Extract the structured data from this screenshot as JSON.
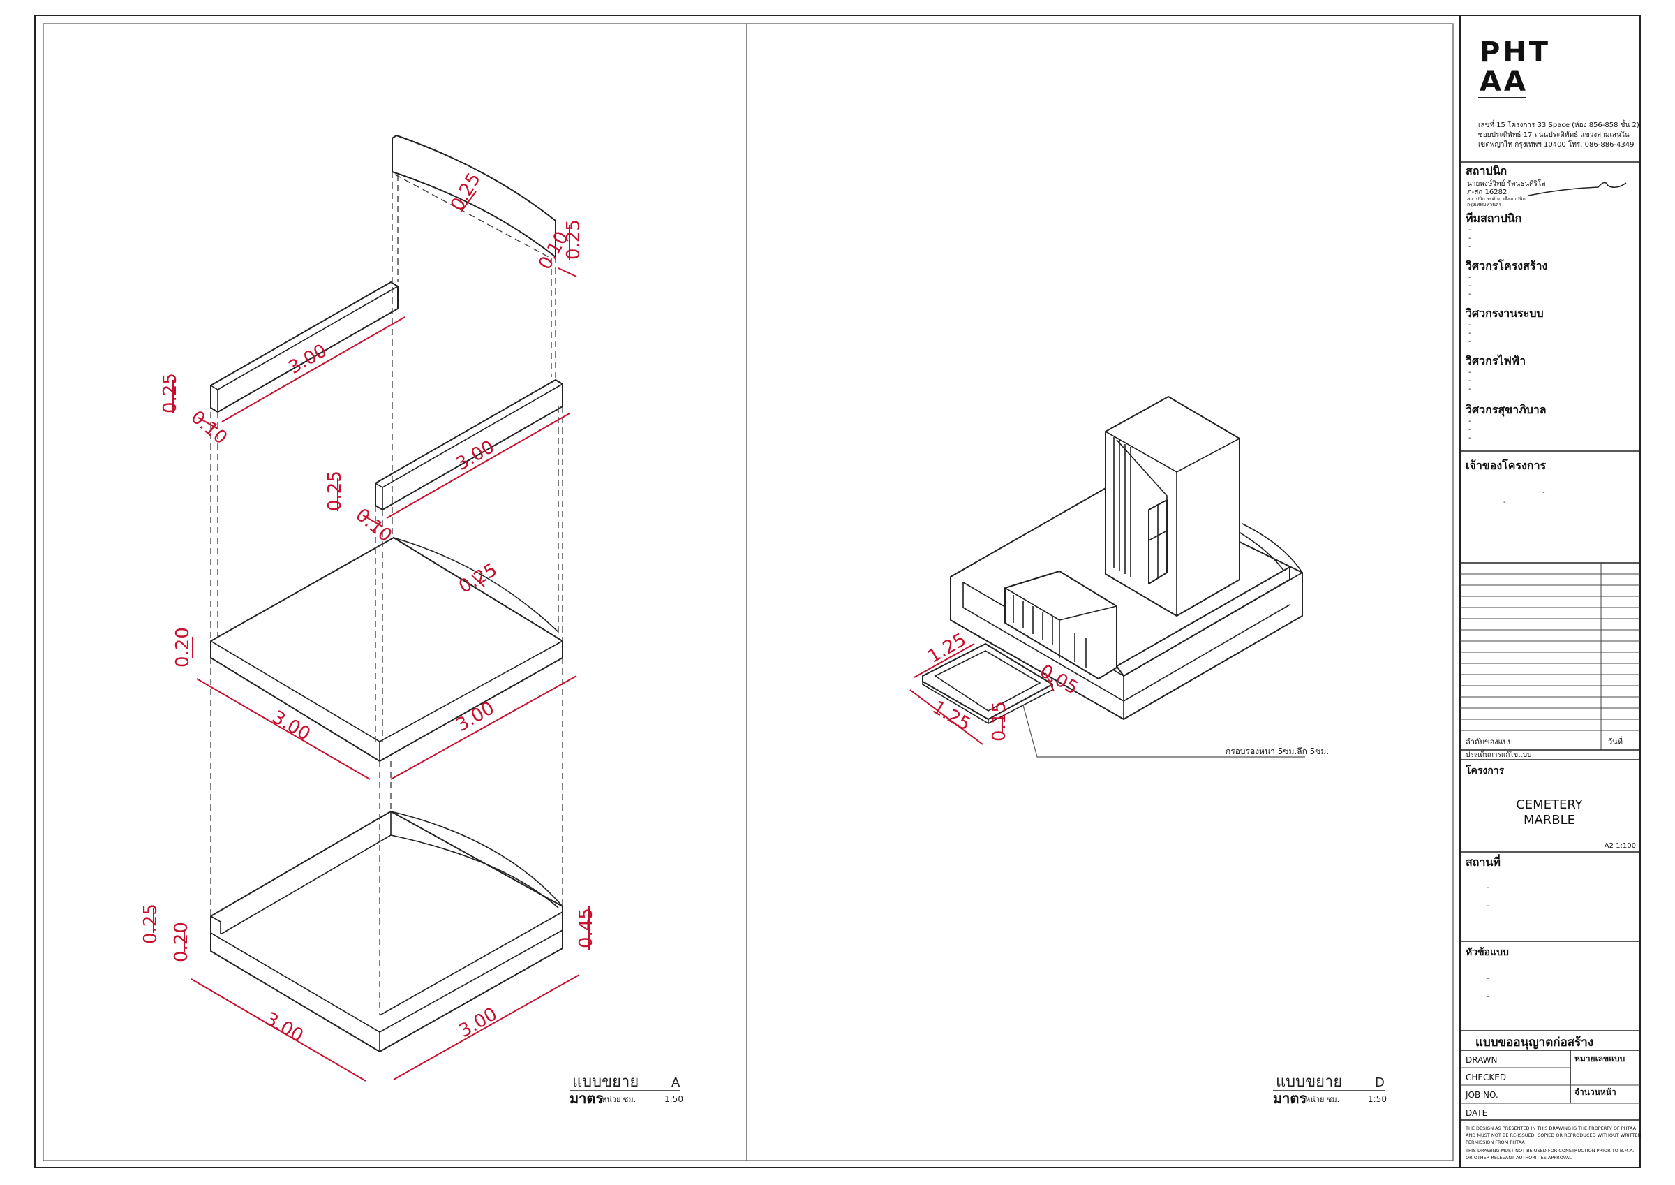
{
  "firm": {
    "logo_text": [
      "PHT",
      "AA"
    ],
    "address_lines": [
      "เลขที่ 15 โครงการ 33 Space (ห้อง 856-858 ชั้น 2)",
      "ซอยประดิพัทธ์ 17 ถนนประดิพัทธ์ แขวงสามเสนใน",
      "เขตพญาไท กรุงเทพฯ 10400   โทร. 086-886-4349"
    ]
  },
  "titleblock": {
    "architect_heading": "สถาปนิก",
    "architect_name": "นายพงษ์วิทย์ รัตนธนศิริโล",
    "architect_license": "ภ-สถ 16282",
    "architect_note_1": "สถาปนิก ระดับภาคีสถาปนิก",
    "architect_note_2": "กรุงเทพมหานคร",
    "sections": [
      {
        "key": "team",
        "heading": "ทีมสถาปนิก",
        "lines": [
          "-",
          "-",
          "-"
        ]
      },
      {
        "key": "structure",
        "heading": "วิศวกรโครงสร้าง",
        "lines": [
          "-",
          "-",
          "-"
        ]
      },
      {
        "key": "systems",
        "heading": "วิศวกรงานระบบ",
        "lines": [
          "-",
          "-",
          "-"
        ]
      },
      {
        "key": "electrical",
        "heading": "วิศวกรไฟฟ้า",
        "lines": [
          "-",
          "-",
          "-"
        ]
      },
      {
        "key": "sanitary",
        "heading": "วิศวกรสุขาภิบาล",
        "lines": [
          "-",
          "-",
          "-"
        ]
      }
    ],
    "owner_heading": "เจ้าของโครงการ",
    "owner_lines": [
      "-",
      "-"
    ],
    "revision_label": "ลำดับของแบบ",
    "revision_date_label": "วันที่",
    "revision_desc_label": "ประเด็นการแก้ไขแบบ",
    "project_heading": "โครงการ",
    "project_name_1": "CEMETERY",
    "project_name_2": "MARBLE",
    "sheet_scale": "A2 1:100",
    "location_heading": "สถานที่",
    "location_lines": [
      "-",
      "-"
    ],
    "sheet_title_heading": "หัวข้อแบบ",
    "sheet_title_lines": [
      "-",
      "-"
    ],
    "drawing_type": "แบบขออนุญาตก่อสร้าง",
    "drawn_label": "DRAWN",
    "checked_label": "CHECKED",
    "job_label": "JOB NO.",
    "date_label": "DATE",
    "sheet_no_label": "หมายเลขแบบ",
    "sheet_count_label": "จำนวนหน้า",
    "disclaimer_lines": [
      "THE DESIGN AS PRESENTED IN THIS DRAWING IS THE PROPERTY OF PHTAA",
      "AND MUST NOT BE RE-ISSUED, COPIED OR REPRODUCED WITHOUT WRITTEN",
      "PERMISSION FROM PHTAA",
      "THIS DRAWING MUST NOT BE USED FOR CONSTRUCTION PRIOR TO B.M.A.",
      "OR OTHER RELEVANT AUTHORITIES APPROVAL"
    ]
  },
  "view_a": {
    "title": "แบบขยาย",
    "letter": "A",
    "unit": "มาตร",
    "unit_sub": "หน่วย ซม.",
    "scale": "1:50",
    "dimensions": {
      "arc_top": "0.25",
      "arc_top_end": "0.25",
      "arc_top_end_b": "0.10",
      "beam_left_len": "3.00",
      "beam_left_h": "0.25",
      "beam_left_w": "0.10",
      "beam_right_len": "3.00",
      "beam_right_h": "0.25",
      "beam_right_w": "0.10",
      "slab_arc": "0.25",
      "slab_h": "0.20",
      "slab_left_len": "3.00",
      "slab_right_len": "3.00",
      "base_h1": "0.25",
      "base_h2": "0.20",
      "base_right_h": "0.45",
      "base_left_len": "3.00",
      "base_right_len": "3.00"
    }
  },
  "view_d": {
    "title": "แบบขยาย",
    "letter": "D",
    "unit": "มาตร",
    "unit_sub": "หน่วย ซม.",
    "scale": "1:50",
    "dimensions": {
      "pad_len_1": "1.25",
      "pad_len_2": "1.25",
      "pad_rim": "0.05",
      "pad_h": "0.15"
    },
    "callout": "กรอบร่องหนา 5ซม.ลึก 5ซม."
  }
}
